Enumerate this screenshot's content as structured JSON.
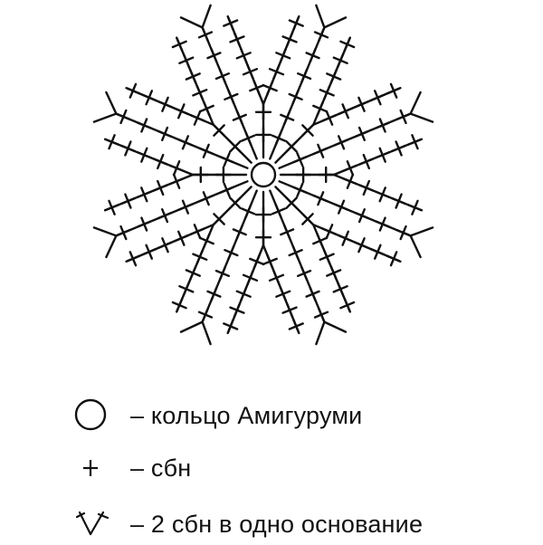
{
  "legend": [
    {
      "symbol": "magic-ring",
      "text": "– кольцо Амигуруми"
    },
    {
      "symbol": "single-crochet",
      "text": "– сбн"
    },
    {
      "symbol": "increase",
      "text": "– 2 сбн в одно основание"
    }
  ],
  "pattern": {
    "center": "magic-ring",
    "arms": 16,
    "stitch_color": "#111111"
  }
}
